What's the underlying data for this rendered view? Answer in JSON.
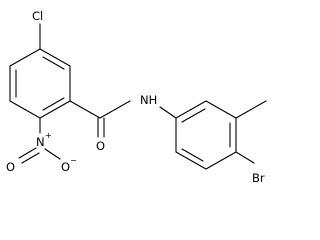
{
  "molecule": {
    "atoms": {
      "cl": "Cl",
      "o_carbonyl": "O",
      "nh": "NH",
      "n_nitro": "N",
      "o_nitro_left": "O",
      "o_nitro_right": "O",
      "br": "Br"
    },
    "charges": {
      "n_nitro_plus": "+",
      "o_nitro_minus": "−"
    }
  }
}
